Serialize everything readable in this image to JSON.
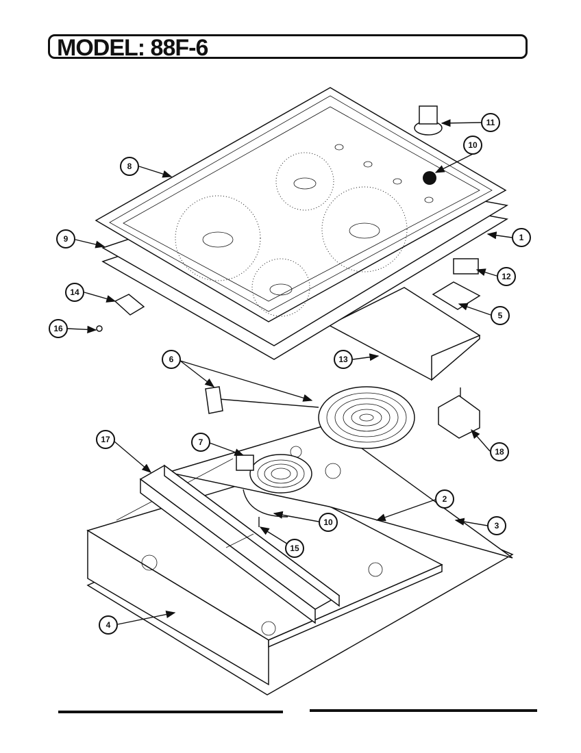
{
  "header": {
    "title": "MODEL: 88F-6"
  },
  "callouts": {
    "c1": "1",
    "c2": "2",
    "c3": "3",
    "c4": "4",
    "c5": "5",
    "c6": "6",
    "c7": "7",
    "c8": "8",
    "c9": "9",
    "c10": "10",
    "c11": "11",
    "c12": "12",
    "c13": "13",
    "c14": "14",
    "c15": "15",
    "c16": "16",
    "c17": "17",
    "c18": "18",
    "c10b": "10"
  }
}
